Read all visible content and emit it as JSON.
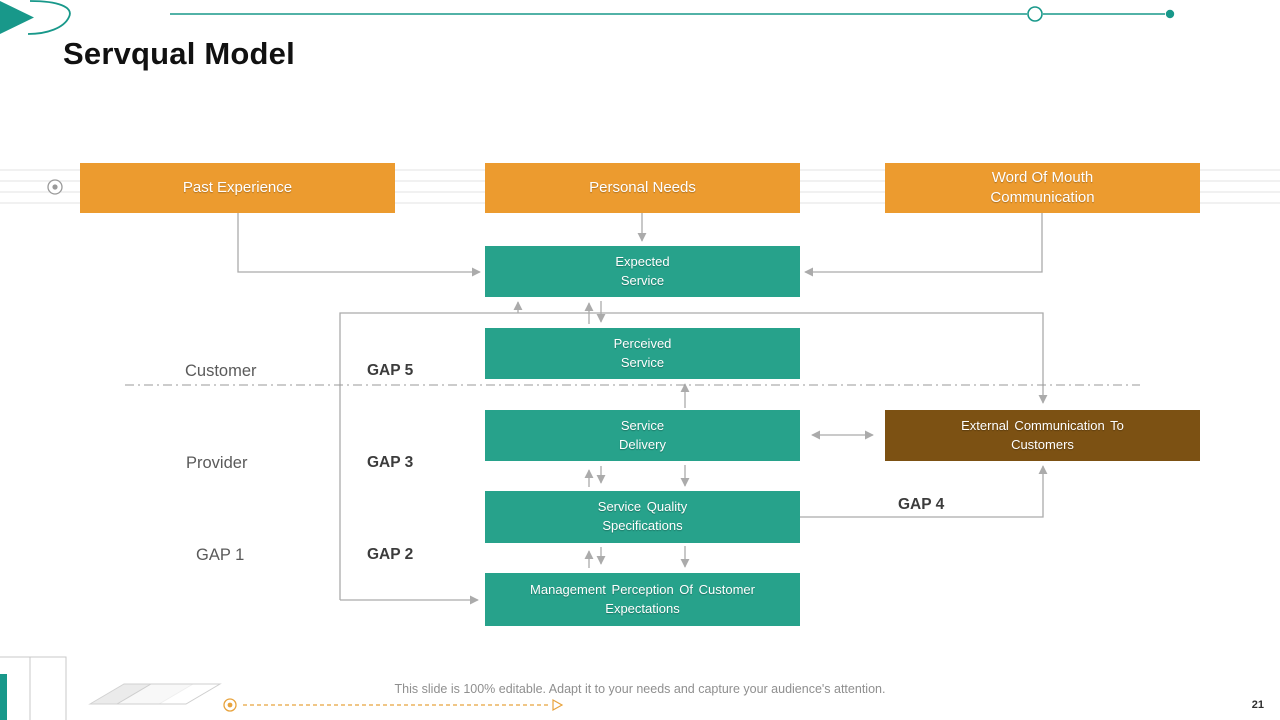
{
  "slide": {
    "title": "Servqual Model",
    "footer": "This slide is 100% editable. Adapt it to your needs and capture your audience's attention.",
    "page_number": "21"
  },
  "colors": {
    "source_box_orange": "#EC9B2F",
    "stage_box_teal": "#27A28B",
    "external_box_brown": "#7C5113",
    "accent_teal": "#18988A",
    "connector_gray": "#ABABAB",
    "dashed_divider_gray": "#9A9A9A",
    "decor_orange": "#E8A33D"
  },
  "diagram": {
    "sources": [
      {
        "label": "Past Experience"
      },
      {
        "label": "Personal Needs"
      },
      {
        "label": "Word Of Mouth\nCommunication"
      }
    ],
    "stages": [
      {
        "label": "Expected\nService"
      },
      {
        "label": "Perceived\nService"
      },
      {
        "label": "Service\nDelivery"
      },
      {
        "label": "Service Quality\nSpecifications"
      },
      {
        "label": "Management Perception Of Customer\nExpectations"
      }
    ],
    "external": {
      "label": "External Communication To\nCustomers"
    },
    "labels": {
      "customer": "Customer",
      "provider": "Provider",
      "gap1": "GAP 1",
      "gap2": "GAP 2",
      "gap3": "GAP 3",
      "gap4": "GAP 4",
      "gap5": "GAP 5"
    }
  }
}
